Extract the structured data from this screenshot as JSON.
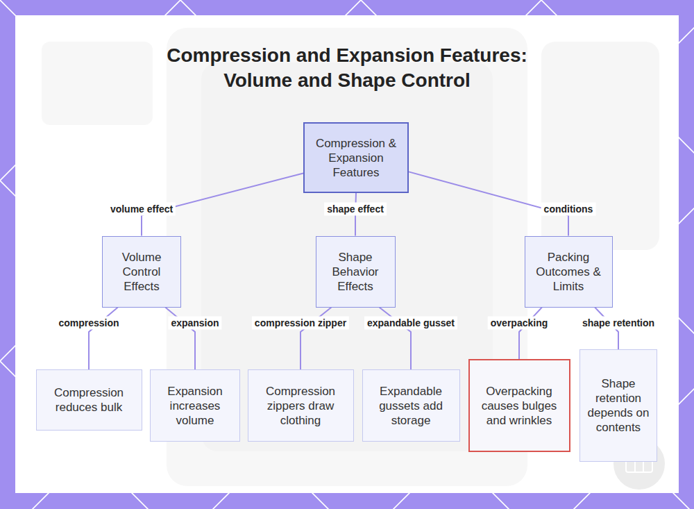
{
  "diagram": {
    "title": "Compression and Expansion Features: Volume and Shape Control",
    "nodes": [
      {
        "text": [
          "Compression & Expansion Features"
        ]
      },
      {
        "text": [
          "Volume Control Effects"
        ]
      },
      {
        "text": [
          "Shape Behavior Effects"
        ]
      },
      {
        "text": [
          "Packing Outcomes & Limits"
        ]
      },
      {
        "text": [
          "Compression reduces bulk"
        ]
      },
      {
        "text": [
          "Expansion increases volume"
        ]
      },
      {
        "text": [
          "Compression zippers draw clothing"
        ]
      },
      {
        "text": [
          "Expandable gussets add storage"
        ]
      },
      {
        "text": [
          "Overpacking causes bulges and wrinkles"
        ]
      },
      {
        "text": [
          "Shape retention depends on contents"
        ]
      }
    ],
    "edges": [
      {
        "from": 0,
        "to": 1,
        "label": "volume effect",
        "arrow": "none"
      },
      {
        "from": 0,
        "to": 2,
        "label": "shape effect",
        "arrow": "none"
      },
      {
        "from": 0,
        "to": 3,
        "label": "conditions",
        "arrow": "none"
      },
      {
        "from": 1,
        "to": 4,
        "label": "compression",
        "arrow": "none"
      },
      {
        "from": 1,
        "to": 5,
        "label": "expansion",
        "arrow": "none"
      },
      {
        "from": 2,
        "to": 6,
        "label": "compression zipper",
        "arrow": "none"
      },
      {
        "from": 2,
        "to": 7,
        "label": "expandable gusset",
        "arrow": "none"
      },
      {
        "from": 3,
        "to": 8,
        "label": "overpacking",
        "arrow": "none"
      },
      {
        "from": 3,
        "to": 9,
        "label": "shape retention",
        "arrow": "none"
      }
    ]
  }
}
